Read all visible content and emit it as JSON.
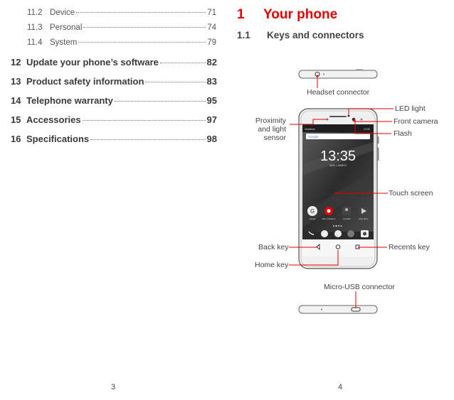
{
  "toc": {
    "sub_items": [
      {
        "num": "11.2",
        "title": "Device",
        "page": "71"
      },
      {
        "num": "11.3",
        "title": "Personal",
        "page": "74"
      },
      {
        "num": "11.4",
        "title": "System",
        "page": "79"
      }
    ],
    "main_items": [
      {
        "num": "12",
        "title": "Update your phone’s software",
        "page": "82"
      },
      {
        "num": "13",
        "title": "Product safety information",
        "page": "83"
      },
      {
        "num": "14",
        "title": "Telephone warranty",
        "page": "95"
      },
      {
        "num": "15",
        "title": "Accessories",
        "page": "97"
      },
      {
        "num": "16",
        "title": "Specifications",
        "page": "98"
      }
    ]
  },
  "left_page_number": "3",
  "right_page_number": "4",
  "chapter": {
    "num": "1",
    "title": "Your phone"
  },
  "section": {
    "num": "1.1",
    "title": "Keys and connectors"
  },
  "labels": {
    "headset": "Headset connector",
    "led": "LED light",
    "front_camera": "Front camera",
    "flash": "Flash",
    "proximity_1": "Proximity",
    "proximity_2": "and light",
    "proximity_3": "sensor",
    "touch_screen": "Touch screen",
    "back_key": "Back key",
    "recents_key": "Recents key",
    "home_key": "Home key",
    "micro_usb": "Micro-USB connector"
  },
  "screen": {
    "carrier": "Vodafone",
    "status_time": "13:35",
    "search_brand": "Google",
    "clock": "13:35",
    "date": "MON, 1 MARCH",
    "apps": [
      "Google",
      "Mein Vodafone",
      "Contacts",
      "Play Store"
    ]
  },
  "colors": {
    "accent": "#e60000",
    "text": "#3a3a3a"
  }
}
